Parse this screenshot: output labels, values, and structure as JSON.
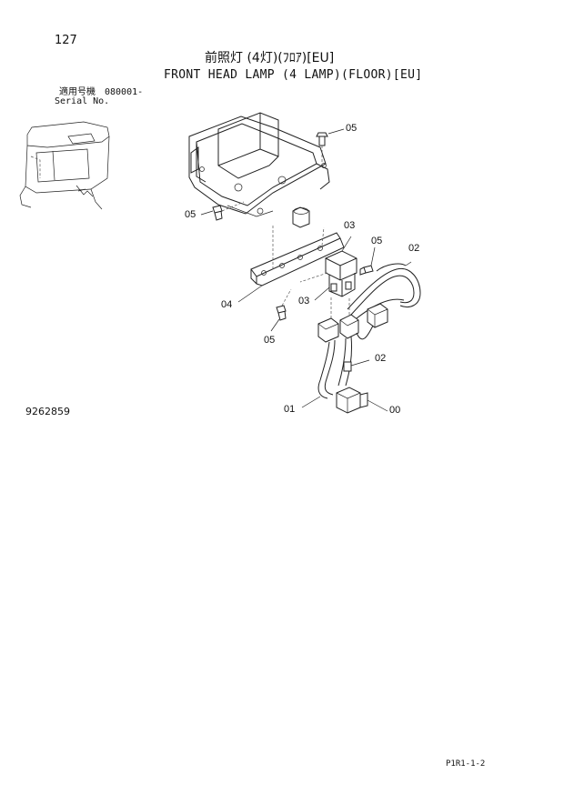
{
  "header": {
    "page_number": "127",
    "title_jp": "前照灯 (4灯)(ﾌﾛｱ)[EU]",
    "title_en": "FRONT HEAD LAMP (4 LAMP)(FLOOR)[EU]",
    "serial_label_jp": "適用号機",
    "serial_value": "080001-",
    "serial_label_en": "Serial No."
  },
  "drawing_number": "9262859",
  "page_code": "P1R1-1-2",
  "callouts": {
    "c05_top": "05",
    "c05_left": "05",
    "c05_right": "05",
    "c05_bottom": "05",
    "c03_top": "03",
    "c03_mid": "03",
    "c02_top": "02",
    "c02_mid": "02",
    "c04": "04",
    "c01": "01",
    "c00": "00"
  }
}
